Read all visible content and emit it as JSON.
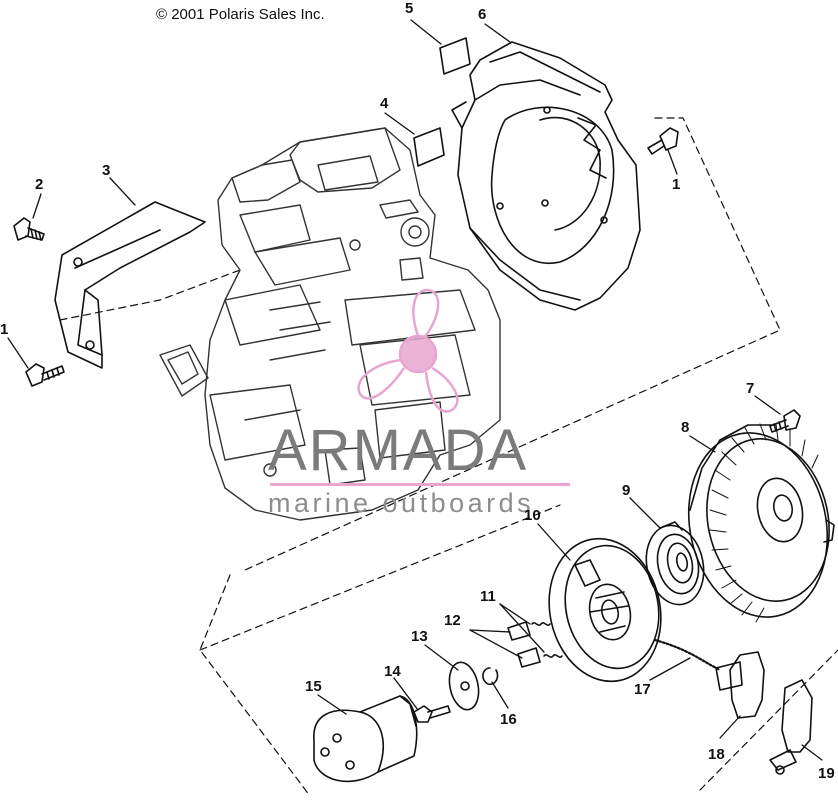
{
  "copyright": "© 2001 Polaris Sales Inc.",
  "watermark": {
    "name": "ARMADA",
    "tagline": "marine outboards",
    "accent_color": "#e7a6cf",
    "text_color": "#7b7b7b"
  },
  "callouts": {
    "c1a": "1",
    "c1b": "1",
    "c2": "2",
    "c3": "3",
    "c4": "4",
    "c5": "5",
    "c6": "6",
    "c7": "7",
    "c8": "8",
    "c9": "9",
    "c10": "10",
    "c11": "11",
    "c12": "12",
    "c13": "13",
    "c14": "14",
    "c15": "15",
    "c16": "16",
    "c17": "17",
    "c18": "18",
    "c19": "19"
  }
}
